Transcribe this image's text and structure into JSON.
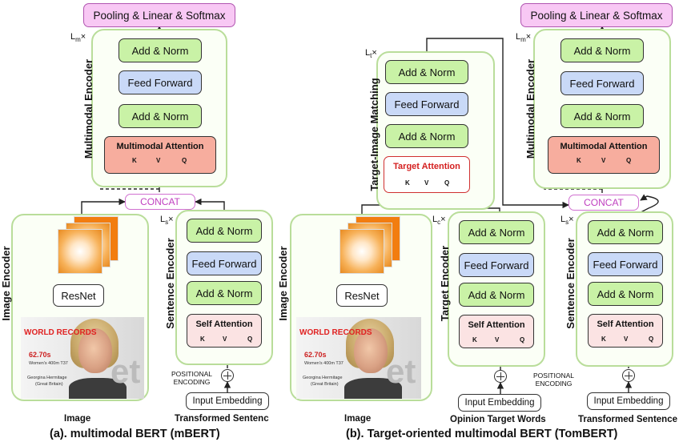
{
  "labels": {
    "pooling": "Pooling & Linear & Softmax",
    "add_norm": "Add & Norm",
    "feed_forward": "Feed Forward",
    "multimodal_attention": "Multimodal Attention",
    "target_attention": "Target Attention",
    "self_attention": "Self Attention",
    "concat": "CONCAT",
    "resnet": "ResNet",
    "input_embedding": "Input Embedding",
    "positional_encoding": "POSITIONAL\nENCODING",
    "k": "K",
    "v": "V",
    "q": "Q"
  },
  "repeats": {
    "lm": "Lm×",
    "ls": "Ls×",
    "lt": "Lt×",
    "lc": "Lc×"
  },
  "side_labels": {
    "multimodal_encoder": "Multimodal Encoder",
    "image_encoder": "Image Encoder",
    "sentence_encoder": "Sentence Encoder",
    "target_image_matching": "Target-Image Matching",
    "target_encoder": "Target Encoder"
  },
  "captions": {
    "image": "Image",
    "transformed_sentence_a": "Transformed Sentenc",
    "opinion_target_words": "Opinion Target Words",
    "transformed_sentence_b": "Transformed Sentence"
  },
  "titles": {
    "a": "(a). multimodal BERT (mBERT)",
    "b": "(b). Target-oriented multimodal BERT (TomBERT)"
  },
  "photo": {
    "heading": "WORLD RECORDS",
    "time": "62.70s",
    "event": "Women's 400m T37",
    "athlete": "Georgina Hermitage",
    "country": "(Great Britain)",
    "bg_text": "et"
  }
}
